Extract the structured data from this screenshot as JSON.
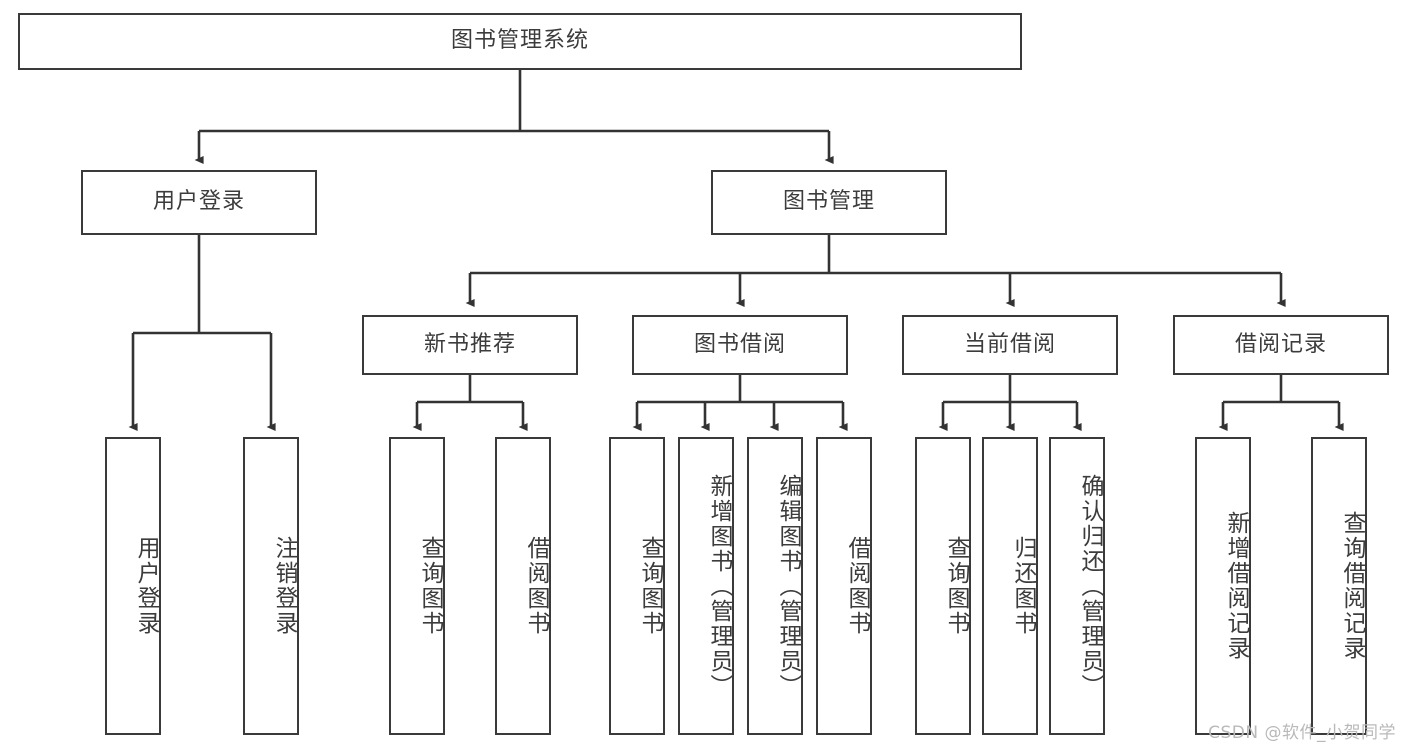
{
  "diagram": {
    "title": "图书管理系统",
    "type": "tree-hierarchy",
    "orientation": "top-down",
    "style": {
      "background": "#ffffff",
      "box_border": "#3a3a3a",
      "box_fill": "#ffffff",
      "connector": "#333333",
      "text": "#3c3c3c",
      "watermark": "#b9b9b9"
    }
  },
  "root": {
    "label": "图书管理系统"
  },
  "level2": [
    {
      "label": "用户登录"
    },
    {
      "label": "图书管理"
    }
  ],
  "level3": [
    {
      "label": "新书推荐"
    },
    {
      "label": "图书借阅"
    },
    {
      "label": "当前借阅"
    },
    {
      "label": "借阅记录"
    }
  ],
  "leaves": {
    "user_login": [
      {
        "label": "用户登录"
      },
      {
        "label": "注销登录"
      }
    ],
    "new_book_recommend": [
      {
        "label": "查询图书"
      },
      {
        "label": "借阅图书"
      }
    ],
    "book_borrow": [
      {
        "label": "查询图书"
      },
      {
        "label": "新增图书（管理员）"
      },
      {
        "label": "编辑图书（管理员）"
      },
      {
        "label": "借阅图书"
      }
    ],
    "current_borrow": [
      {
        "label": "查询图书"
      },
      {
        "label": "归还图书"
      },
      {
        "label": "确认归还（管理员）"
      }
    ],
    "borrow_record": [
      {
        "label": "新增借阅记录"
      },
      {
        "label": "查询借阅记录"
      }
    ]
  },
  "watermark": {
    "text": "CSDN @软件_小贺同学"
  }
}
